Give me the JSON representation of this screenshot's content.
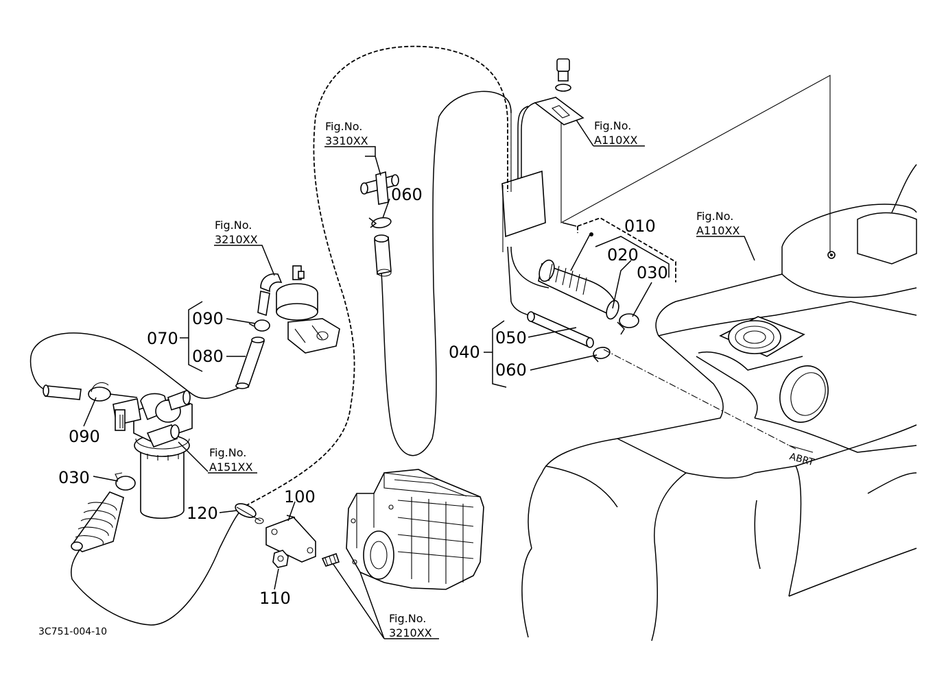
{
  "parts": [
    {
      "id": "010",
      "label": "010"
    },
    {
      "id": "020",
      "label": "020"
    },
    {
      "id": "030",
      "label": "030"
    },
    {
      "id": "040",
      "label": "040"
    },
    {
      "id": "050",
      "label": "050"
    },
    {
      "id": "060",
      "label": "060"
    },
    {
      "id": "070",
      "label": "070"
    },
    {
      "id": "080",
      "label": "080"
    },
    {
      "id": "090",
      "label": "090"
    },
    {
      "id": "100",
      "label": "100"
    },
    {
      "id": "110",
      "label": "110"
    },
    {
      "id": "120",
      "label": "120"
    }
  ],
  "callouts": {
    "p010": "010",
    "p020": "020",
    "p030_top": "030",
    "p030_left": "030",
    "p040": "040",
    "p050": "050",
    "p060_top": "060",
    "p060_mid": "060",
    "p070": "070",
    "p080": "080",
    "p090_top": "090",
    "p090_left": "090",
    "p100": "100",
    "p110": "110",
    "p120": "120"
  },
  "fig_refs": {
    "fig_label": "Fig.No.",
    "ref_3310": "3310XX",
    "ref_a110_top": "A110XX",
    "ref_a110_tank": "A110XX",
    "ref_3210_pump": "3210XX",
    "ref_a151": "A151XX",
    "ref_3210_bottom": "3210XX"
  },
  "drawing_code": "3C751-004-10"
}
